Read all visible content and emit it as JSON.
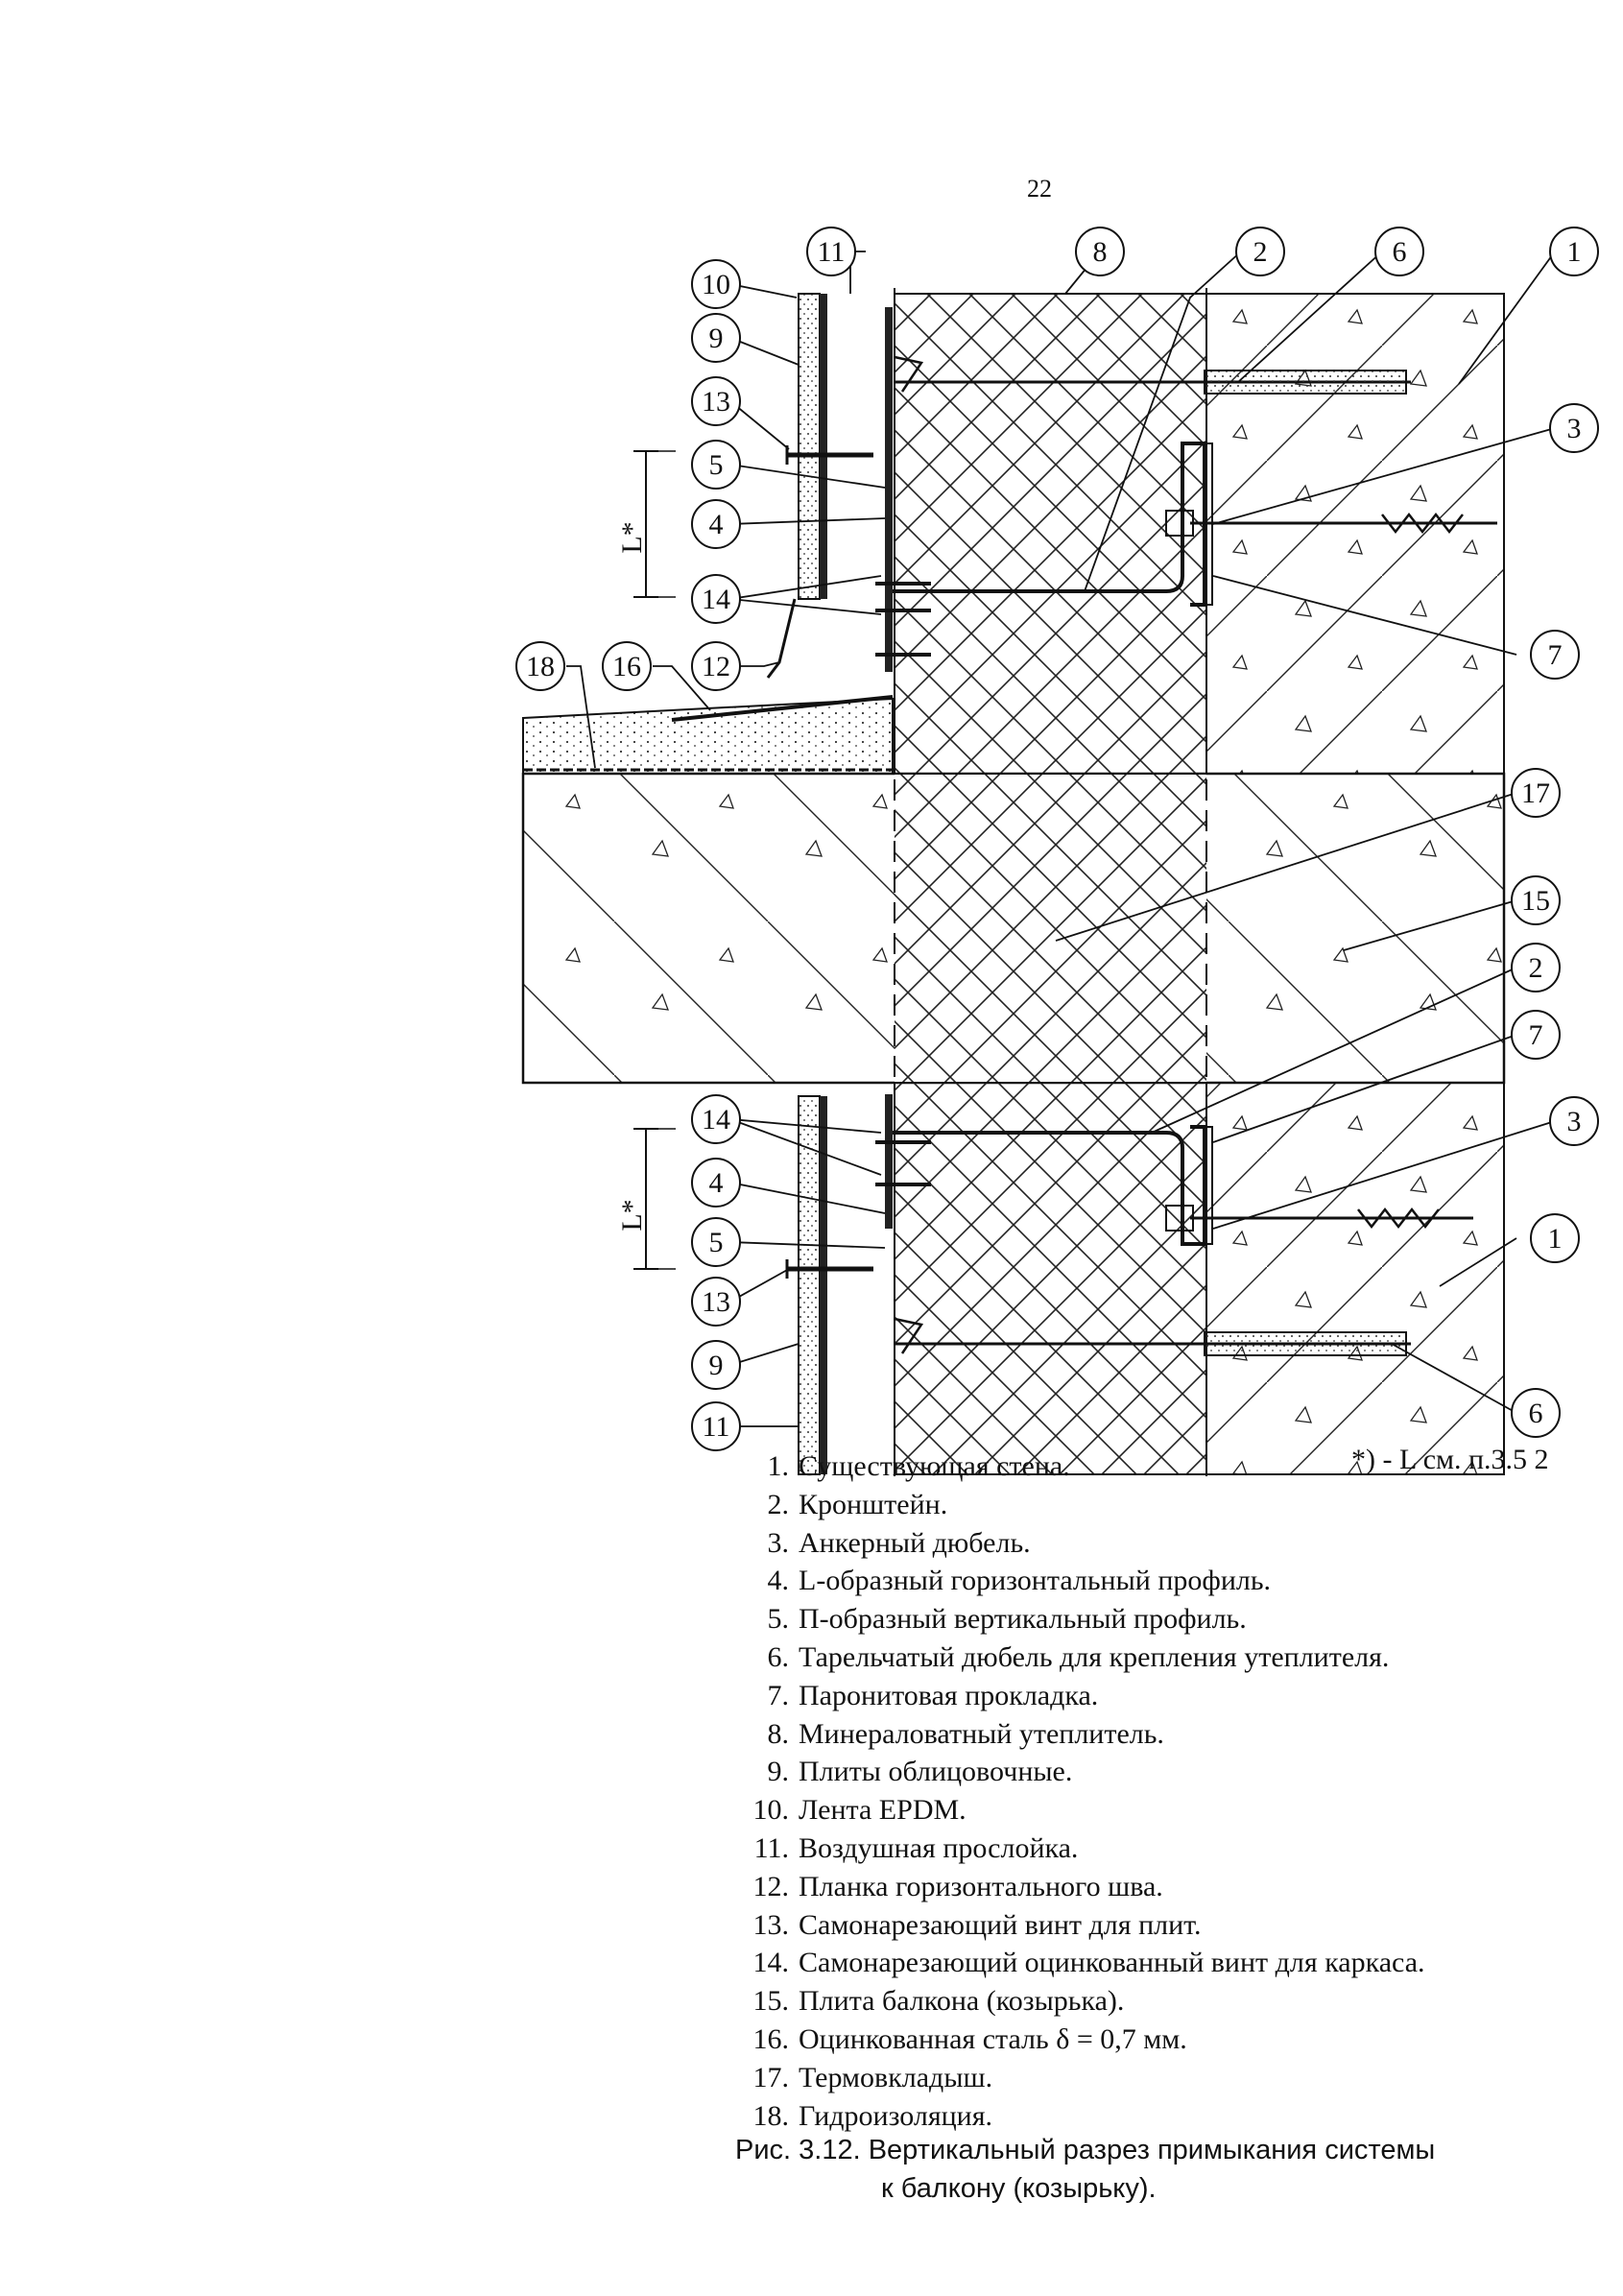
{
  "page_number": "22",
  "footnote": "*) - L  см. п.3.5 2",
  "dimension_label": "L*",
  "callouts": {
    "c1a": "1",
    "c2a": "2",
    "c3a": "3",
    "c4a": "4",
    "c5a": "5",
    "c6a": "6",
    "c7a": "7",
    "c8": "8",
    "c9a": "9",
    "c10": "10",
    "c11a": "11",
    "c12": "12",
    "c13a": "13",
    "c14a": "14",
    "c16": "16",
    "c18": "18",
    "c17": "17",
    "c15": "15",
    "c2b": "2",
    "c7b": "7",
    "c3b": "3",
    "c1b": "1",
    "c6b": "6",
    "c14b": "14",
    "c4b": "4",
    "c5b": "5",
    "c13b": "13",
    "c9b": "9",
    "c11b": "11"
  },
  "legend": [
    {
      "num": "1.",
      "text": "Существующая стена."
    },
    {
      "num": "2.",
      "text": "Кронштейн."
    },
    {
      "num": "3.",
      "text": "Анкерный дюбель."
    },
    {
      "num": "4.",
      "text": "L-образный горизонтальный профиль."
    },
    {
      "num": "5.",
      "text": "П-образный вертикальный профиль."
    },
    {
      "num": "6.",
      "text": "Тарельчатый дюбель для крепления утеплителя."
    },
    {
      "num": "7.",
      "text": "Паронитовая прокладка."
    },
    {
      "num": "8.",
      "text": "Минераловатный утеплитель."
    },
    {
      "num": "9.",
      "text": "Плиты облицовочные."
    },
    {
      "num": "10.",
      "text": "Лента EPDM."
    },
    {
      "num": "11.",
      "text": "Воздушная прослойка."
    },
    {
      "num": "12.",
      "text": "Планка горизонтального шва."
    },
    {
      "num": "13.",
      "text": "Самонарезающий винт для плит."
    },
    {
      "num": "14.",
      "text": "Самонарезающий оцинкованный винт для каркаса."
    },
    {
      "num": "15.",
      "text": "Плита балкона (козырька)."
    },
    {
      "num": "16.",
      "text": "Оцинкованная сталь δ = 0,7 мм."
    },
    {
      "num": "17.",
      "text": "Термовкладыш."
    },
    {
      "num": "18.",
      "text": "Гидроизоляция."
    }
  ],
  "caption": {
    "line1": "Рис. 3.12. Вертикальный разрез примыкания системы",
    "line2": "к балкону (козырьку)."
  }
}
